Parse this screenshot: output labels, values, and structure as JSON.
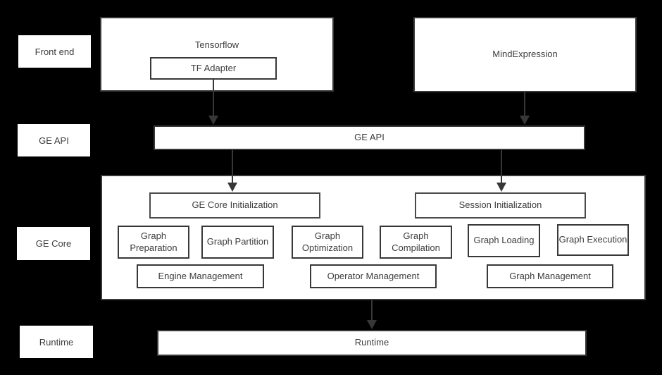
{
  "diagram": {
    "row_labels": [
      {
        "label": "Front end"
      },
      {
        "label": "GE API"
      },
      {
        "label": "GE Core"
      },
      {
        "label": "Runtime"
      }
    ],
    "nodes": {
      "tensorflow": "Tensorflow",
      "tf_adapter": "TF Adapter",
      "mindexpression": "MindExpression",
      "ge_api": "GE API",
      "ge_core_initialization": "GE Core Initialization",
      "session_initialization": "Session Initialization",
      "graph_preparation": "Graph Preparation",
      "graph_partition": "Graph Partition",
      "graph_optimization": "Graph Optimization",
      "graph_compilation": "Graph Compilation",
      "graph_loading": "Graph Loading",
      "graph_execution": "Graph Execution",
      "engine_management": "Engine Management",
      "operator_management": "Operator Management",
      "graph_management": "Graph Management",
      "runtime": "Runtime"
    },
    "connectors": [
      {
        "name": "tf-adapter-to-ge-api"
      },
      {
        "name": "mindexpression-to-ge-api"
      },
      {
        "name": "ge-api-to-ge-core-initialization"
      },
      {
        "name": "ge-api-to-session-initialization"
      },
      {
        "name": "ge-core-to-runtime"
      }
    ],
    "colors": {
      "background": "#000000",
      "box_fill": "#ffffff",
      "box_border": "#383838",
      "text": "#3d3d3d",
      "arrow": "#373737"
    }
  }
}
